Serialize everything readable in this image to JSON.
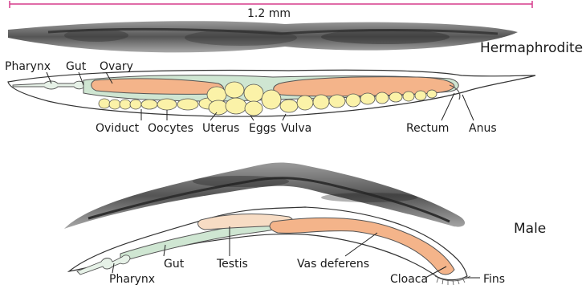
{
  "scale_bar": {
    "label": "1.2 mm",
    "color": "#d63c8c"
  },
  "hermaphrodite": {
    "title": "Hermaphrodite",
    "labels": {
      "pharynx": "Pharynx",
      "gut": "Gut",
      "ovary": "Ovary",
      "oviduct": "Oviduct",
      "oocytes": "Oocytes",
      "uterus": "Uterus",
      "eggs": "Eggs",
      "vulva": "Vulva",
      "rectum": "Rectum",
      "anus": "Anus"
    }
  },
  "male": {
    "title": "Male",
    "labels": {
      "gut": "Gut",
      "testis": "Testis",
      "vas_deferens": "Vas deferens",
      "pharynx": "Pharynx",
      "cloaca": "Cloaca",
      "fins": "Fins"
    }
  },
  "colors": {
    "gut": "#cfe6d2",
    "gonad": "#f4b48a",
    "testis": "#f7dcc4",
    "eggs": "#fbf2a8",
    "outline": "#333333",
    "photo": "#6b6b6b"
  }
}
